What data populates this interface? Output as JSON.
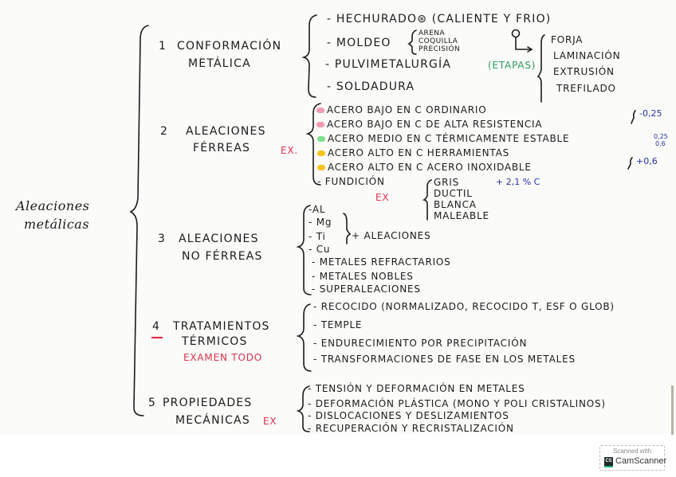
{
  "root": {
    "line1": "Aleaciones",
    "line2": "metálicas"
  },
  "sections": [
    {
      "number": "1",
      "title_line1": "CONFORMACIÓN",
      "title_line2": "METÁLICA",
      "items": [
        {
          "text": "- HECHURADO⊛ (CALIENTE Y FRIO)"
        },
        {
          "text": "- MOLDEO",
          "sub": [
            "ARENA",
            "COQUILLA",
            "PRECISIÓN"
          ]
        },
        {
          "text": "- PULVIMETALURGÍA",
          "note": "(ETAPAS)"
        },
        {
          "text": "- SOLDADURA"
        }
      ],
      "hechurado_marker": "⊛",
      "hechurado_types": [
        "FORJA",
        "LAMINACIÓN",
        "EXTRUSIÓN",
        "TREFILADO"
      ]
    },
    {
      "number": "2",
      "title_line1": "ALEACIONES",
      "title_line2": "FÉRREAS",
      "exam_tag": "EX.",
      "items": [
        {
          "text": "ACERO BAJO EN C ORDINARIO",
          "highlight": "#f29bb0"
        },
        {
          "text": "ACERO BAJO EN C DE ALTA RESISTENCIA",
          "highlight": "#f29bb0"
        },
        {
          "text": "ACERO MEDIO EN C TÉRMICAMENTE ESTABLE",
          "highlight": "#7ddf8c"
        },
        {
          "text": "ACERO ALTO EN C HERRAMIENTAS",
          "highlight": "#f7c21d"
        },
        {
          "text": "ACERO ALTO EN C ACERO INOXIDABLE",
          "highlight": "#f7c21d"
        },
        {
          "text": "- FUNDICIÓN",
          "exam_tag": "EX"
        }
      ],
      "carbon_notes": {
        "low": "-0,25",
        "mid_top": "0,25",
        "mid_bottom": "0,6",
        "high": "+0,6",
        "cast": "+ 2,1 % C"
      },
      "fundicion_types": [
        "GRIS",
        "DUCTIL",
        "BLANCA",
        "MALEABLE"
      ]
    },
    {
      "number": "3",
      "title_line1": "ALEACIONES",
      "title_line2": "NO FÉRREAS",
      "metals": [
        "-AL",
        "- Mg",
        "- Ti",
        "- Cu"
      ],
      "metals_note": "+ ALEACIONES",
      "items": [
        "- METALES REFRACTARIOS",
        "- METALES NOBLES",
        "- SUPERALEACIONES"
      ]
    },
    {
      "number": "4",
      "title_line1": "TRATAMIENTOS",
      "title_line2": "TÉRMICOS",
      "exam_tag": "EXAMEN TODO",
      "items": [
        "- RECOCIDO (NORMALIZADO, RECOCIDO T, ESF O GLOB)",
        "- TEMPLE",
        "- ENDURECIMIENTO POR PRECIPITACIÓN",
        "- TRANSFORMACIONES DE FASE EN LOS METALES"
      ]
    },
    {
      "number": "5",
      "title_line1": "PROPIEDADES",
      "title_line2": "MECÁNICAS",
      "exam_tag": "EX",
      "items": [
        "- TENSIÓN Y DEFORMACIÓN EN METALES",
        "- DEFORMACIÓN PLÁSTICA (MONO Y POLI CRISTALINOS)",
        "- DISLOCACIONES Y DESLIZAMIENTOS",
        "- RECUPERACIÓN Y RECRISTALIZACIÓN"
      ]
    }
  ],
  "watermark": {
    "line1": "Scanned with",
    "logo": "CS",
    "line2": "CamScanner"
  }
}
